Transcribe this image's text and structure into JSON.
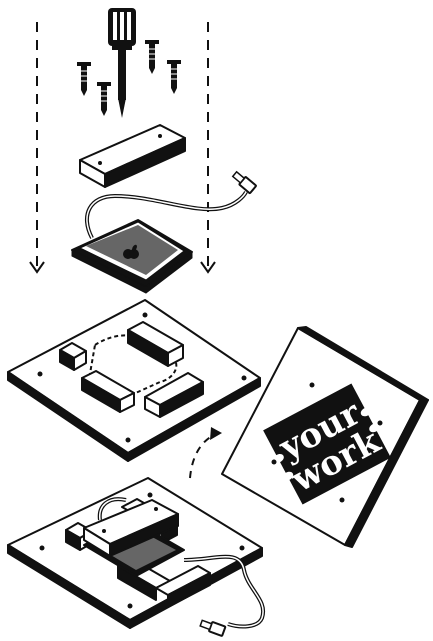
{
  "sign": {
    "line1": "your",
    "line2": "work"
  },
  "colors": {
    "ink": "#111111",
    "paper": "#ffffff",
    "screen": "#666666",
    "metal": "#9a9a9a"
  },
  "parts": [
    "screwdriver-icon",
    "screw-icon",
    "mounting-plate",
    "apple-adapter-device",
    "usb-cable",
    "base-board",
    "foam-blocks",
    "assembled-base",
    "front-panel"
  ]
}
